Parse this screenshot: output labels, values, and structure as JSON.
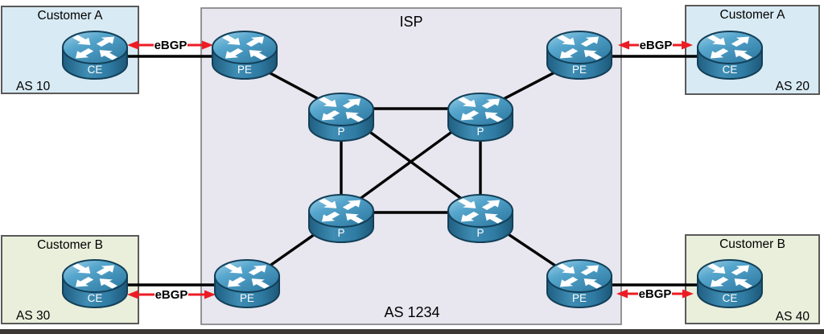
{
  "customers": [
    {
      "id": "customer-a-as10",
      "name": "Customer A",
      "as_label": "AS 10",
      "router_label": "CE",
      "position": "top-left"
    },
    {
      "id": "customer-a-as20",
      "name": "Customer A",
      "as_label": "AS 20",
      "router_label": "CE",
      "position": "top-right"
    },
    {
      "id": "customer-b-as30",
      "name": "Customer B",
      "as_label": "AS 30",
      "router_label": "CE",
      "position": "bottom-left"
    },
    {
      "id": "customer-b-as40",
      "name": "Customer B",
      "as_label": "AS 40",
      "router_label": "CE",
      "position": "bottom-right"
    }
  ],
  "isp": {
    "name": "ISP",
    "as_label": "AS 1234",
    "pe_routers": [
      {
        "id": "pe-top-left",
        "label": "PE"
      },
      {
        "id": "pe-top-right",
        "label": "PE"
      },
      {
        "id": "pe-bottom-left",
        "label": "PE"
      },
      {
        "id": "pe-bottom-right",
        "label": "PE"
      }
    ],
    "p_routers": [
      {
        "id": "p-top-left",
        "label": "P"
      },
      {
        "id": "p-top-right",
        "label": "P"
      },
      {
        "id": "p-bottom-left",
        "label": "P"
      },
      {
        "id": "p-bottom-right",
        "label": "P"
      }
    ]
  },
  "ebgp_links": [
    {
      "id": "ebgp-top-left",
      "label": "eBGP",
      "from": "CE (AS 10)",
      "to": "PE top-left"
    },
    {
      "id": "ebgp-top-right",
      "label": "eBGP",
      "from": "PE top-right",
      "to": "CE (AS 20)"
    },
    {
      "id": "ebgp-bottom-left",
      "label": "eBGP",
      "from": "CE (AS 30)",
      "to": "PE bottom-left"
    },
    {
      "id": "ebgp-bottom-right",
      "label": "eBGP",
      "from": "PE bottom-right",
      "to": "CE (AS 40)"
    }
  ],
  "connections": [
    {
      "from": "pe-top-left",
      "to": "p-top-left"
    },
    {
      "from": "pe-top-right",
      "to": "p-top-right"
    },
    {
      "from": "pe-bottom-left",
      "to": "p-bottom-left"
    },
    {
      "from": "pe-bottom-right",
      "to": "p-bottom-right"
    },
    {
      "from": "p-top-left",
      "to": "p-top-right"
    },
    {
      "from": "p-bottom-left",
      "to": "p-bottom-right"
    },
    {
      "from": "p-top-left",
      "to": "p-bottom-left"
    },
    {
      "from": "p-top-right",
      "to": "p-bottom-right"
    },
    {
      "from": "p-top-left",
      "to": "p-bottom-right"
    },
    {
      "from": "p-top-right",
      "to": "p-bottom-left"
    }
  ],
  "colors": {
    "customer_a_fill": "#d8eaf3",
    "customer_b_fill": "#e9efdb",
    "isp_fill": "#e8e6ef",
    "box_border": "#5a5a5a",
    "isp_border": "#7d7d7d",
    "link_black": "#000000",
    "ebgp_red": "#ec1c24",
    "router_top_blue": "#4f9ec8",
    "router_body_blue": "#2d7aa1",
    "router_outline": "#133f58",
    "router_label_text": "#ffffff",
    "bottom_strip": "#3b3834"
  }
}
